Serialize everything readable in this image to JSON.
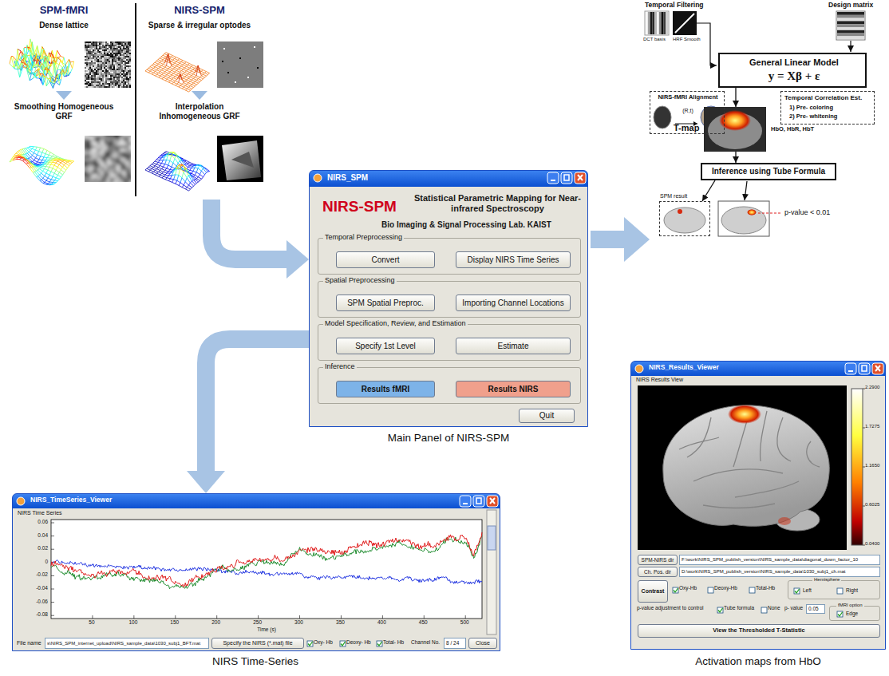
{
  "diagram": {
    "nodes": [
      {
        "text": [
          "SPM-fMRI",
          "NIRS-SPM",
          "Dense lattice",
          "Sparse & irregular optodes",
          "Smoothing Homogeneous GRF",
          "Interpolation Inhomogeneous GRF"
        ]
      },
      {
        "text": [
          "NIRS_SPM",
          "NIRS-SPM",
          "Statistical Parametric Mapping for Near-infrared Spectroscopy",
          "Bio Imaging & Signal Processing Lab. KAIST"
        ]
      },
      {
        "text": [
          "Temporal Preprocessing"
        ],
        "in": 1
      },
      {
        "text": [
          "Convert"
        ],
        "in": 2
      },
      {
        "text": [
          "Display NIRS Time Series"
        ],
        "in": 2
      },
      {
        "text": [
          "Spatial Preprocessing"
        ],
        "in": 1
      },
      {
        "text": [
          "SPM Spatial Preproc."
        ],
        "in": 5
      },
      {
        "text": [
          "Importing Channel Locations"
        ],
        "in": 5
      },
      {
        "text": [
          "Model Specification, Review, and Estimation"
        ],
        "in": 1
      },
      {
        "text": [
          "Specify 1st Level"
        ],
        "in": 8
      },
      {
        "text": [
          "Estimate"
        ],
        "in": 8
      },
      {
        "text": [
          "Inference"
        ],
        "in": 1
      },
      {
        "text": [
          "Results fMRI"
        ],
        "in": 11
      },
      {
        "text": [
          "Results NIRS"
        ],
        "in": 11
      },
      {
        "text": [
          "Quit"
        ],
        "in": 1
      },
      {
        "text": [
          "General Linear Model",
          "y = Xβ + ε"
        ]
      },
      {
        "text": [
          "NIRS-fMRI Alignment",
          "(R,t)"
        ]
      },
      {
        "text": [
          "Temporal Correlation Est.",
          "1) Pre- coloring",
          "2) Pre- whitening"
        ]
      },
      {
        "text": [
          "T-map",
          "HbO, HbR, HbT"
        ]
      },
      {
        "text": [
          "Inference using Tube Formula"
        ]
      },
      {
        "text": [
          "SPM result"
        ]
      },
      {
        "text": [
          "NIRS_TimeSeries_Viewer",
          "NIRS Time Series",
          "Time (s)",
          "File name"
        ]
      },
      {
        "text": [
          "s\\NIRS_SPM_internet_upload\\NIRS_sample_data\\1030_subj1_BFT.mat"
        ],
        "in": 21
      },
      {
        "text": [
          "Specify the NIRS (*.mat) file"
        ],
        "in": 21
      },
      {
        "text": [
          "Close"
        ],
        "in": 21
      },
      {
        "text": [
          "8 / 24"
        ],
        "in": 21
      },
      {
        "text": [
          "NIRS_Results_Viewer",
          "NIRS Results View"
        ]
      },
      {
        "text": [
          "SPM-NIRS dir"
        ],
        "in": 26
      },
      {
        "text": [
          "F:\\work\\NIRS_SPM_publish_version\\NIRS_sample_data\\diagonal_down_factor_10"
        ],
        "in": 26
      },
      {
        "text": [
          "Ch. Pos. dir"
        ],
        "in": 26
      },
      {
        "text": [
          "D:\\work\\NIRS_SPM_publish_version\\NIRS_sample_data\\1030_subj1_ch.mat"
        ],
        "in": 26
      },
      {
        "text": [
          "Contrast"
        ],
        "in": 26
      },
      {
        "text": [
          "Hemisphere",
          "Left",
          "Right"
        ],
        "in": 26
      },
      {
        "text": [
          "fMRI option",
          "Edge"
        ],
        "in": 26
      },
      {
        "text": [
          "0.05"
        ],
        "in": 26
      },
      {
        "text": [
          "View the Thresholded T-Statistic"
        ],
        "in": 26
      }
    ],
    "edges": [
      {
        "from": 0,
        "to": 1,
        "arrow": "to"
      },
      {
        "from": 1,
        "to": 21,
        "arrow": "to"
      },
      {
        "from": 15,
        "to": 18,
        "arrow": "to"
      },
      {
        "from": 18,
        "to": 19,
        "arrow": "to"
      },
      {
        "from": 19,
        "to": 20,
        "arrow": "to"
      }
    ],
    "labels": [
      "Temporal Filtering",
      "DCT basis",
      "HRF Smooth",
      "Design matrix",
      "p-value < 0.01",
      "Main Panel of NIRS-SPM",
      "0.06",
      "0.04",
      "0.02",
      "0",
      "-0.02",
      "-0.04",
      "-0.06",
      "-0.08",
      "50",
      "100",
      "150",
      "200",
      "250",
      "300",
      "350",
      "400",
      "450",
      "500",
      "Oxy- Hb",
      "Deoxy- Hb",
      "Total- Hb",
      "Channel No.",
      "NIRS Time-Series",
      "2.2900",
      "1.7275",
      "1.1650",
      "0.6025",
      "0.0400",
      "Oxy-Hb",
      "Deoxy-Hb",
      "Total-Hb",
      "p-value adjustment to control",
      "Tube formula",
      "None",
      "p- value",
      "Activation maps from HbO"
    ]
  }
}
